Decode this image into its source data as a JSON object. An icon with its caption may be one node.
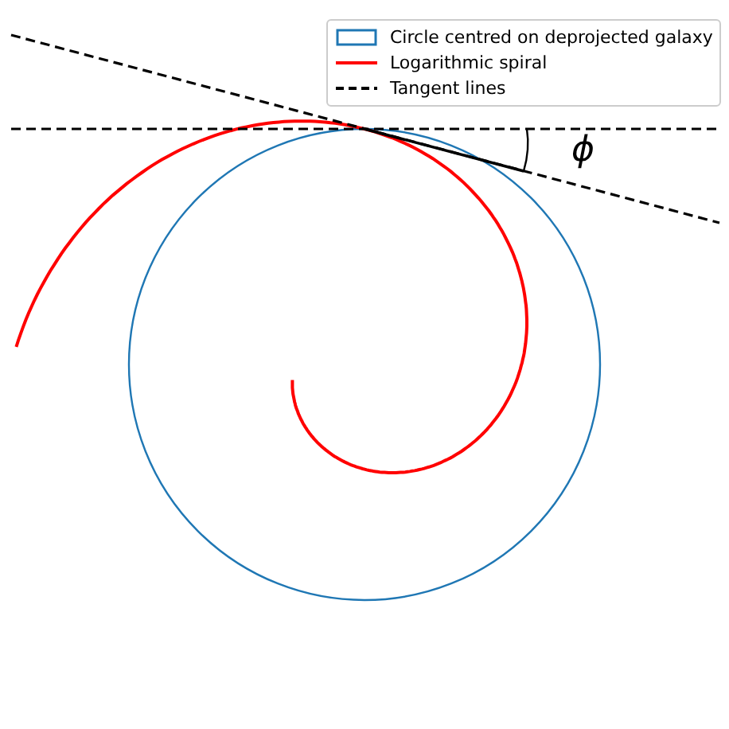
{
  "diagram": {
    "labels": [
      "ϕ"
    ],
    "legend": [
      {
        "text": "Circle centred on deprojected galaxy"
      },
      {
        "text": "Logarithmic spiral"
      },
      {
        "text": "Tangent lines"
      }
    ]
  }
}
